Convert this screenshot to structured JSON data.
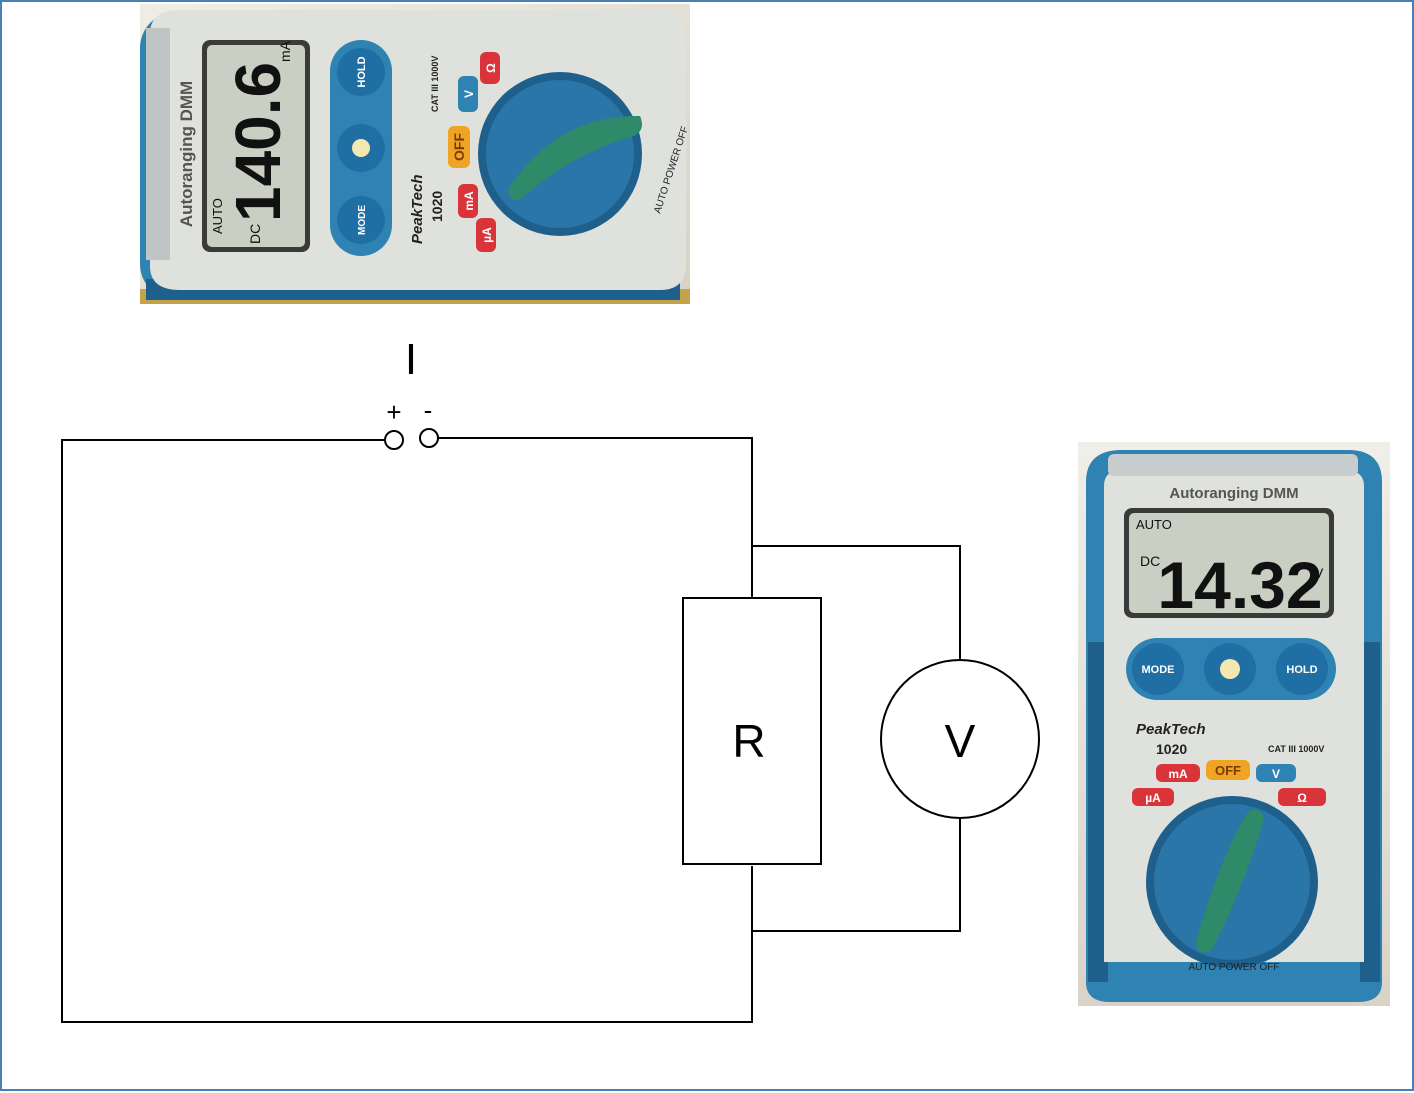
{
  "circuit": {
    "current_label": "I",
    "plus_sign": "+",
    "minus_sign": "-",
    "resistor_label": "R",
    "voltmeter_label": "V"
  },
  "ammeter_photo": {
    "brand": "PeakTech",
    "model": "1020",
    "type_label": "Autoranging DMM",
    "mode_auto": "AUTO",
    "mode_dc": "DC",
    "reading": "140.6",
    "unit": "mA",
    "hold_button": "HOLD",
    "mode_button": "MODE",
    "off_label": "OFF",
    "cat_rating": "CAT III 1000V",
    "auto_power_off": "AUTO POWER OFF",
    "dial_v": "V",
    "dial_ohm": "Ω",
    "dial_ma": "mA",
    "dial_ua": "µA"
  },
  "voltmeter_photo": {
    "brand": "PeakTech",
    "model": "1020",
    "type_label": "Autoranging DMM",
    "mode_auto": "AUTO",
    "mode_dc": "DC",
    "reading": "14.32",
    "unit": "V",
    "hold_button": "HOLD",
    "mode_button": "MODE",
    "off_label": "OFF",
    "cat_rating": "CAT III 1000V",
    "auto_power_off": "AUTO POWER OFF",
    "dial_v": "V",
    "dial_ohm": "Ω",
    "dial_ma": "mA",
    "dial_ua": "µA"
  },
  "colors": {
    "frame_border": "#4a7fb5",
    "meter_blue": "#2f83b3",
    "meter_dark_blue": "#1f5f8c",
    "meter_face": "#dfe2dc",
    "lcd": "#c9cfc2",
    "knob_green": "#2f8a6a",
    "off_orange": "#f0a424",
    "red_badge": "#d8343a"
  }
}
